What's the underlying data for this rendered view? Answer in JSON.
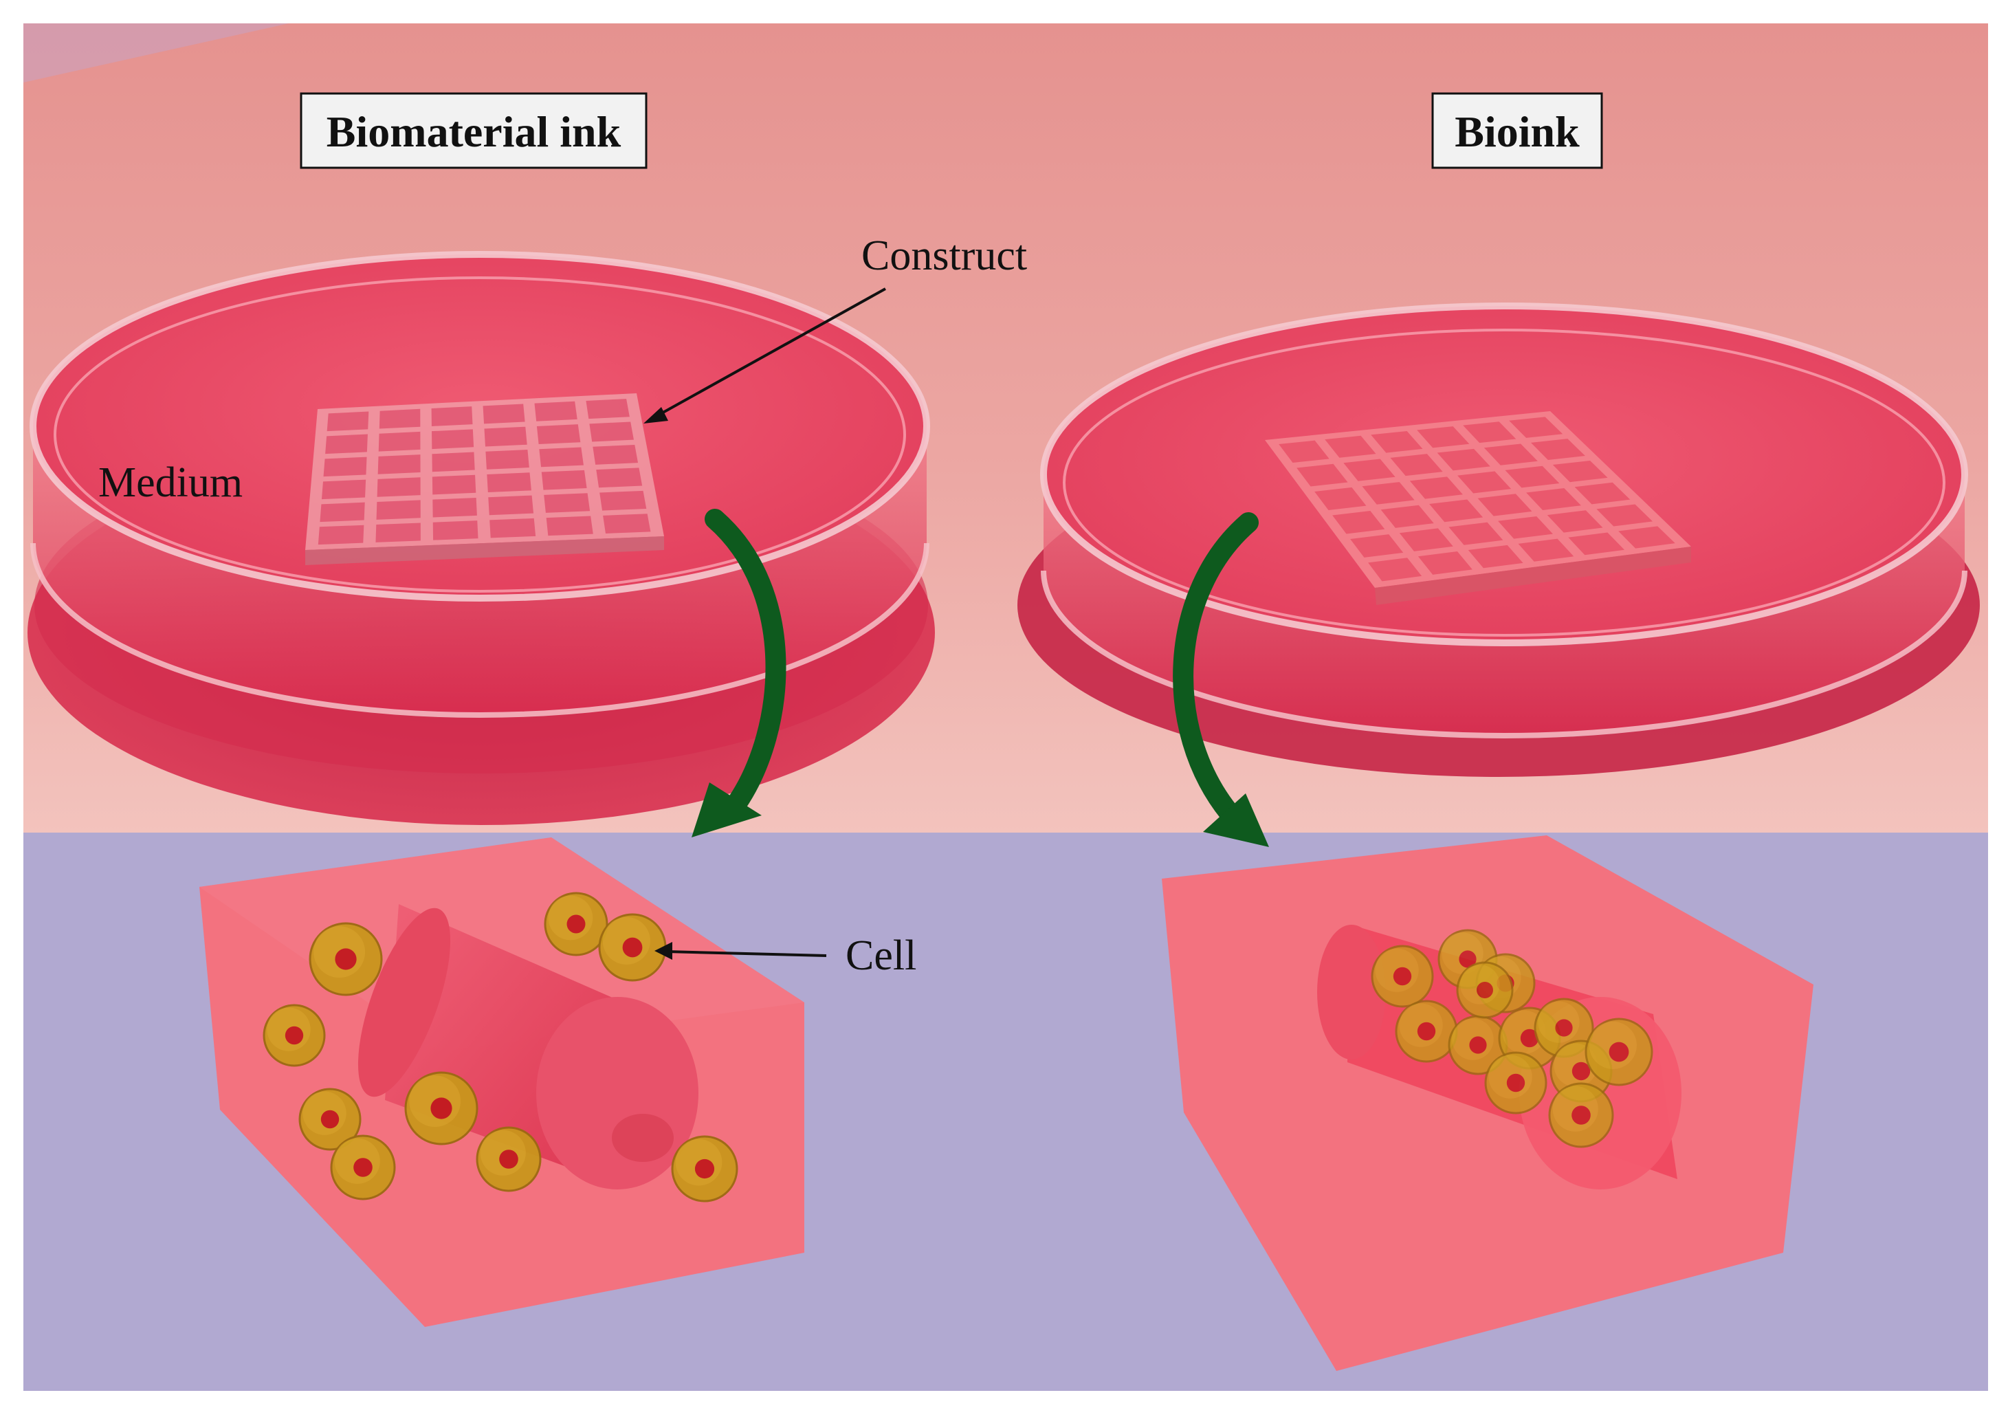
{
  "titles": {
    "left": "Biomaterial ink",
    "right": "Bioink"
  },
  "labels": {
    "construct": "Construct",
    "medium": "Medium",
    "cell": "Cell"
  },
  "colors": {
    "upper_background": "#eaa09c",
    "lower_background": "#b1a9d1",
    "medium": "#e8405f",
    "gel_block": "#f3727f",
    "filament": "#e94b63",
    "cell_shell": "#c9961c",
    "cell_nucleus": "#c21a1f",
    "arrow": "#0e5a1e"
  }
}
